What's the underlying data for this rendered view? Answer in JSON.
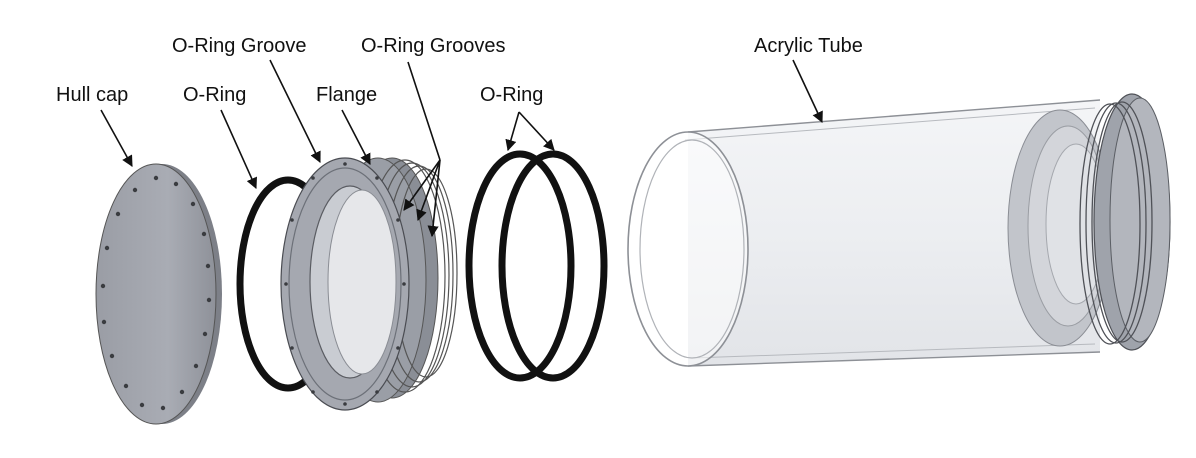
{
  "labels": {
    "hull_cap": "Hull cap",
    "o_ring_left": "O-Ring",
    "o_ring_groove": "O-Ring Groove",
    "flange": "Flange",
    "o_ring_grooves": "O-Ring Grooves",
    "o_ring_right": "O-Ring",
    "acrylic_tube": "Acrylic Tube"
  },
  "colors": {
    "metal_face": "#a7aab2",
    "metal_dark": "#7f838c",
    "metal_light": "#c4c7cd",
    "o_ring": "#111111",
    "acrylic_stroke": "#9a9da3",
    "acrylic_fill": "#f1f2f4"
  }
}
